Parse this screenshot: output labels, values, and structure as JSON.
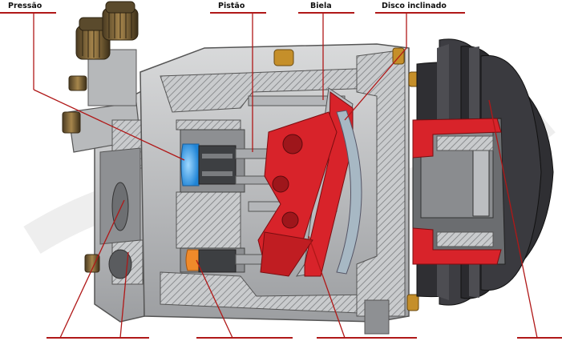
{
  "labels": {
    "pressao": "Pressão",
    "pistao": "Pistão",
    "biela": "Biela",
    "disco": "Disco inclinado"
  },
  "colors": {
    "leader": "#b01818",
    "red_part": "#d8232a",
    "blue_part": "#3aa3e6",
    "orange_part": "#f08a2a",
    "housing": "#c2c4c6",
    "hatch": "#8a8c8e",
    "pulley": "#3a3a3e"
  },
  "icons": {
    "valves": "brass-service-valve",
    "pulley": "belt-pulley"
  }
}
